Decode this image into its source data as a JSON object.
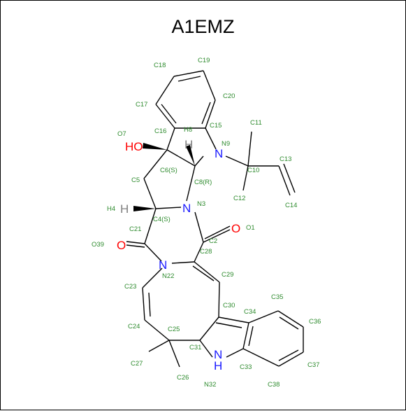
{
  "title": "A1EMZ",
  "colors": {
    "bond": "#000000",
    "carbon_label": "#2e8b2e",
    "oxygen": "#ff0000",
    "nitrogen": "#1a1aff",
    "hydrogen": "#7f7f7f"
  },
  "heteroatoms": {
    "ho": "HO",
    "o1": "O",
    "o39": "O",
    "n9": "N",
    "n3": "N",
    "n22": "N",
    "nh": "H",
    "n32": "N",
    "h8": "H",
    "h4": "H"
  },
  "labels": {
    "C2": "C2",
    "O1": "O1",
    "N3": "N3",
    "C4": "C4(S)",
    "H4": "H4",
    "C5": "C5",
    "C6": "C6(S)",
    "O7": "O7",
    "C8": "C8(R)",
    "H8": "H8",
    "N9": "N9",
    "C10": "C10",
    "C11": "C11",
    "C12": "C12",
    "C13": "C13",
    "C14": "C14",
    "C15": "C15",
    "C16": "C16",
    "C17": "C17",
    "C18": "C18",
    "C19": "C19",
    "C20": "C20",
    "C21": "C21",
    "N22": "N22",
    "C23": "C23",
    "C24": "C24",
    "C25": "C25",
    "C26": "C26",
    "C27": "C27",
    "C28": "C28",
    "C29": "C29",
    "C30": "C30",
    "C31": "C31",
    "N32": "N32",
    "C33": "C33",
    "C34": "C34",
    "C35": "C35",
    "C36": "C36",
    "C37": "C37",
    "C38": "C38",
    "O39": "O39"
  }
}
